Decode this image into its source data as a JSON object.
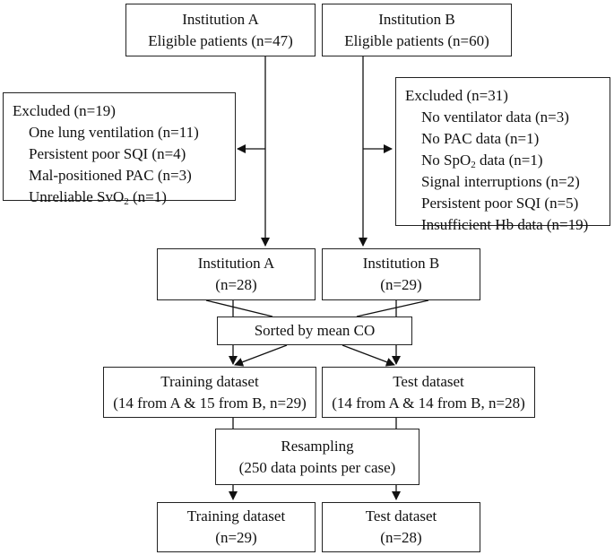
{
  "institution_a_top": {
    "title": "Institution A",
    "subtitle": "Eligible patients (n=47)"
  },
  "institution_b_top": {
    "title": "Institution B",
    "subtitle": "Eligible patients (n=60)"
  },
  "excluded_a": {
    "title": "Excluded (n=19)",
    "items": [
      "One lung ventilation (n=11)",
      "Persistent poor SQI (n=4)",
      "Mal-positioned PAC (n=3)",
      "Unreliable SvO2 (n=1)"
    ]
  },
  "excluded_b": {
    "title": "Excluded (n=31)",
    "items": [
      "No ventilator data (n=3)",
      "No PAC data (n=1)",
      "No SpO2 data (n=1)",
      "Signal interruptions (n=2)",
      "Persistent poor SQI (n=5)",
      "Insufficient Hb data (n=19)"
    ]
  },
  "institution_a_mid": {
    "title": "Institution A",
    "subtitle": "(n=28)"
  },
  "institution_b_mid": {
    "title": "Institution B",
    "subtitle": "(n=29)"
  },
  "sorted": {
    "label": "Sorted by mean CO"
  },
  "training_mid": {
    "title": "Training dataset",
    "subtitle": "(14 from A & 15 from B, n=29)"
  },
  "test_mid": {
    "title": "Test dataset",
    "subtitle": "(14 from A & 14 from B, n=28)"
  },
  "resampling": {
    "title": "Resampling",
    "subtitle": "(250 data points per case)"
  },
  "training_final": {
    "title": "Training dataset",
    "subtitle": "(n=29)"
  },
  "test_final": {
    "title": "Test dataset",
    "subtitle": "(n=28)"
  }
}
